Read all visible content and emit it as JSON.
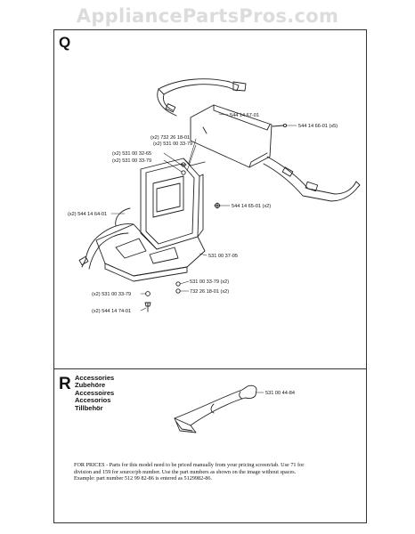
{
  "watermark": "AppliancePartsPros.com",
  "section_q": {
    "letter": "Q",
    "parts": {
      "p1": "544 14 67-01",
      "p2": "544 14 66-01 (x5)",
      "p3": "(x2) 732 26 18-01",
      "p4": "(x2) 531 00 33-79",
      "p5": "(x2) 531 00 32-65",
      "p6": "(x2) 531 00 33-79",
      "p7": "544 14 65-01 (x2)",
      "p8": "(x2) 544 14 64-01",
      "p9": "531 00 37-05",
      "p10": "531 00 33-79 (x2)",
      "p11": "732 26 18-01 (x2)",
      "p12": "(x2) 531 00 33-79",
      "p13": "(x2) 544 14 74-01"
    }
  },
  "section_r": {
    "letter": "R",
    "headings": [
      "Accessories",
      "Zubehöre",
      "Accessoires",
      "Accesorios",
      "Tillbehör"
    ],
    "part": "531 00 44-84"
  },
  "prices_note": {
    "line1": "FOR PRICES - Parts for this model need to be priced manually from your pricing screen/tab. Use 71 for",
    "line2": "division and 159 for source/pb number. Use the part numbers as shown on the image without spaces.",
    "line3": "Example: part number 512 99 82-86 is entered as 5129982-86."
  }
}
